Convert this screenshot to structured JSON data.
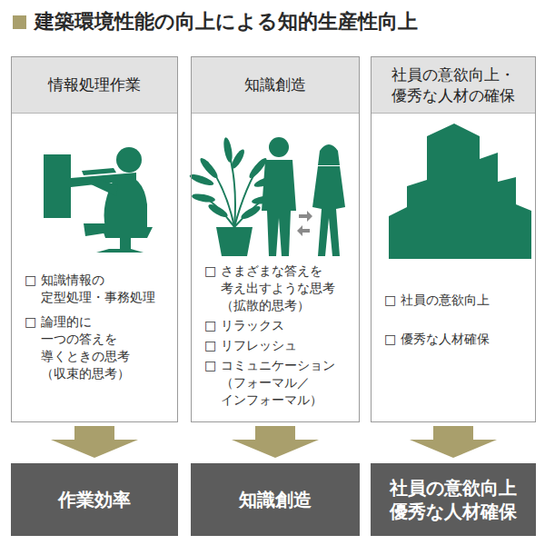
{
  "diagram": {
    "title": "建築環境性能の向上による知的生産性向上",
    "nodes": [
      {
        "text": [
          "情報処理作業",
          "□ 知識情報の 定型処理・事務処理",
          "□ 論理的に 一つの答えを 導くときの思考 （収束的思考）"
        ]
      },
      {
        "text": [
          "知識創造",
          "□ さまざまな答えを 考え出すような思考 （拡散的思考）",
          "□ リラックス",
          "□ リフレッシュ",
          "□ コミュニケーション （フォーマル／インフォーマル）"
        ]
      },
      {
        "text": [
          "社員の意欲向上・ 優秀な人材の確保",
          "□ 社員の意欲向上",
          "□ 優秀な人材確保"
        ]
      },
      {
        "text": [
          "作業効率"
        ]
      },
      {
        "text": [
          "知識創造"
        ]
      },
      {
        "text": [
          "社員の意欲向上 優秀な人材確保"
        ]
      }
    ],
    "edges": [
      {
        "from": 0,
        "to": 3,
        "arrow": "to"
      },
      {
        "from": 1,
        "to": 4,
        "arrow": "to"
      },
      {
        "from": 2,
        "to": 5,
        "arrow": "to"
      }
    ]
  }
}
